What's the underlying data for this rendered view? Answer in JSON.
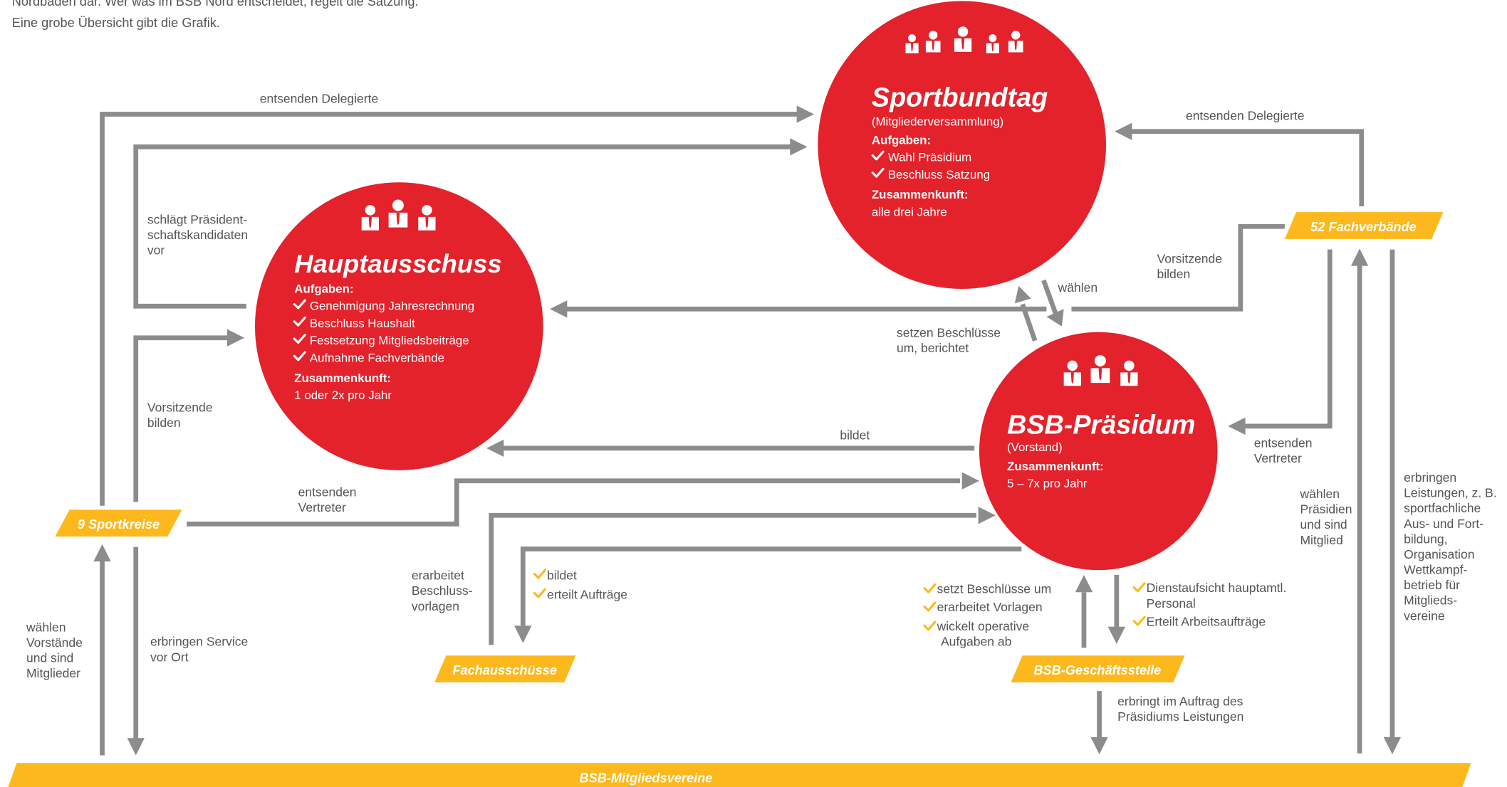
{
  "intro": {
    "line1": "Nordbaden dar. Wer was im BSB Nord entscheidet, regelt die Satzung.",
    "line2": "Eine grobe Übersicht gibt die Grafik."
  },
  "colors": {
    "red": "#e3222b",
    "yellow": "#fcb81c",
    "arrow_gray": "#8c8c8c",
    "text_gray": "#555555",
    "white": "#ffffff"
  },
  "bodies": {
    "sportbundtag": {
      "title": "Sportbundtag",
      "subtitle": "(Mitgliederversammlung)",
      "tasks_heading": "Aufgaben:",
      "tasks": [
        "Wahl Präsidium",
        "Beschluss Satzung"
      ],
      "meeting_heading": "Zusammenkunft:",
      "meeting_value": "alle drei Jahre",
      "icon": "group-of-five-people-icon"
    },
    "hauptausschuss": {
      "title": "Hauptausschuss",
      "tasks_heading": "Aufgaben:",
      "tasks": [
        "Genehmigung Jahresrechnung",
        "Beschluss Haushalt",
        "Festsetzung Mitgliedsbeiträge",
        "Aufnahme Fachverbände"
      ],
      "meeting_heading": "Zusammenkunft:",
      "meeting_value": "1 oder 2x pro Jahr",
      "icon": "group-of-three-people-icon"
    },
    "praesidium": {
      "title": "BSB-Präsidum",
      "subtitle": "(Vorstand)",
      "meeting_heading": "Zusammenkunft:",
      "meeting_value": "5 – 7x pro Jahr",
      "icon": "group-of-three-people-icon"
    }
  },
  "tags": {
    "sportkreise": "9 Sportkreise",
    "fachverbaende": "52 Fachverbände",
    "fachausschuesse": "Fachausschüsse",
    "geschaeftsstelle": "BSB-Geschäftsstelle",
    "mitgliedsvereine": "BSB-Mitgliedsvereine"
  },
  "labels": {
    "entsenden_delegierte_left": "entsenden Delegierte",
    "entsenden_delegierte_right": "entsenden Delegierte",
    "schlaegt_vor": [
      "schlägt Präsident-",
      "schaftskandidaten",
      "vor"
    ],
    "vorsitzende_bilden_left": [
      "Vorsitzende",
      "bilden"
    ],
    "vorsitzende_bilden_right": [
      "Vorsitzende",
      "bilden"
    ],
    "waehlen": "wählen",
    "setzen_beschluesse": [
      "setzen Beschlüsse",
      "um, berichtet"
    ],
    "bildet": "bildet",
    "entsenden_vertreter_left": [
      "entsenden",
      "Vertreter"
    ],
    "entsenden_vertreter_right": [
      "entsenden",
      "Vertreter"
    ],
    "erarbeitet_vorlagen": [
      "erarbeitet",
      "Beschluss-",
      "vorlagen"
    ],
    "fachausschuesse_tasks": [
      "bildet",
      "erteilt Aufträge"
    ],
    "geschaeftsstelle_tasks": [
      "setzt Beschlüsse um",
      "erarbeitet Vorlagen",
      "wickelt operative",
      "Aufgaben ab"
    ],
    "praesidium_tasks": [
      "Dienstaufsicht hauptamtl.",
      "Personal",
      "Erteilt Arbeitsaufträge"
    ],
    "waehlen_vorstaende": [
      "wählen",
      "Vorstände",
      "und sind",
      "Mitglieder"
    ],
    "erbringen_service": [
      "erbringen Service",
      "vor Ort"
    ],
    "waehlen_praesidien": [
      "wählen",
      "Präsidien",
      "und sind",
      "Mitglied"
    ],
    "erbringen_leistungen": [
      "erbringen",
      "Leistungen, z. B.",
      "sportfachliche",
      "Aus- und Fort-",
      "bildung,",
      "Organisation",
      "Wettkampf-",
      "betrieb für",
      "Mitglieds-",
      "vereine"
    ],
    "erbringt_im_auftrag": [
      "erbringt im Auftrag des",
      "Präsidiums Leistungen"
    ]
  }
}
